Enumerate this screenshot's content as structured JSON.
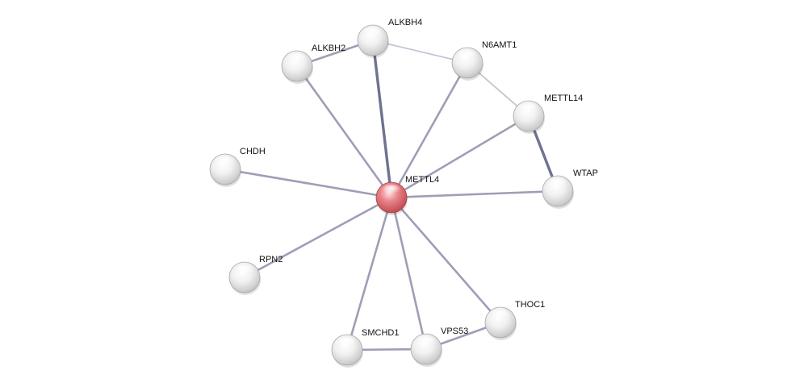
{
  "network": {
    "colors": {
      "background": "#ffffff",
      "query_node": "#d9636a",
      "neighbor_node": "#e2e2e2",
      "edge_light": "#c4c4d4",
      "edge_medium": "#9e9eb6",
      "edge_strong": "#6f7290"
    },
    "nodes": [
      {
        "id": "METTL4",
        "label": "METTL4",
        "role": "query"
      },
      {
        "id": "ALKBH4",
        "label": "ALKBH4",
        "role": "neighbor"
      },
      {
        "id": "ALKBH2",
        "label": "ALKBH2",
        "role": "neighbor"
      },
      {
        "id": "N6AMT1",
        "label": "N6AMT1",
        "role": "neighbor"
      },
      {
        "id": "METTL14",
        "label": "METTL14",
        "role": "neighbor"
      },
      {
        "id": "WTAP",
        "label": "WTAP",
        "role": "neighbor"
      },
      {
        "id": "CHDH",
        "label": "CHDH",
        "role": "neighbor"
      },
      {
        "id": "RPN2",
        "label": "RPN2",
        "role": "neighbor"
      },
      {
        "id": "THOC1",
        "label": "THOC1",
        "role": "neighbor"
      },
      {
        "id": "SMCHD1",
        "label": "SMCHD1",
        "role": "neighbor"
      },
      {
        "id": "VPS53",
        "label": "VPS53",
        "role": "neighbor"
      }
    ],
    "edges": [
      {
        "source": "METTL4",
        "target": "ALKBH4",
        "strength": "strong"
      },
      {
        "source": "METTL4",
        "target": "ALKBH2",
        "strength": "medium"
      },
      {
        "source": "METTL4",
        "target": "N6AMT1",
        "strength": "medium"
      },
      {
        "source": "METTL4",
        "target": "METTL14",
        "strength": "medium"
      },
      {
        "source": "METTL4",
        "target": "WTAP",
        "strength": "medium"
      },
      {
        "source": "METTL4",
        "target": "CHDH",
        "strength": "medium"
      },
      {
        "source": "METTL4",
        "target": "RPN2",
        "strength": "medium"
      },
      {
        "source": "METTL4",
        "target": "THOC1",
        "strength": "medium"
      },
      {
        "source": "METTL4",
        "target": "SMCHD1",
        "strength": "medium"
      },
      {
        "source": "METTL4",
        "target": "VPS53",
        "strength": "medium"
      },
      {
        "source": "ALKBH2",
        "target": "ALKBH4",
        "strength": "medium"
      },
      {
        "source": "ALKBH4",
        "target": "N6AMT1",
        "strength": "light"
      },
      {
        "source": "N6AMT1",
        "target": "METTL14",
        "strength": "light"
      },
      {
        "source": "METTL14",
        "target": "WTAP",
        "strength": "strong"
      },
      {
        "source": "SMCHD1",
        "target": "VPS53",
        "strength": "medium"
      },
      {
        "source": "VPS53",
        "target": "THOC1",
        "strength": "medium"
      }
    ]
  }
}
